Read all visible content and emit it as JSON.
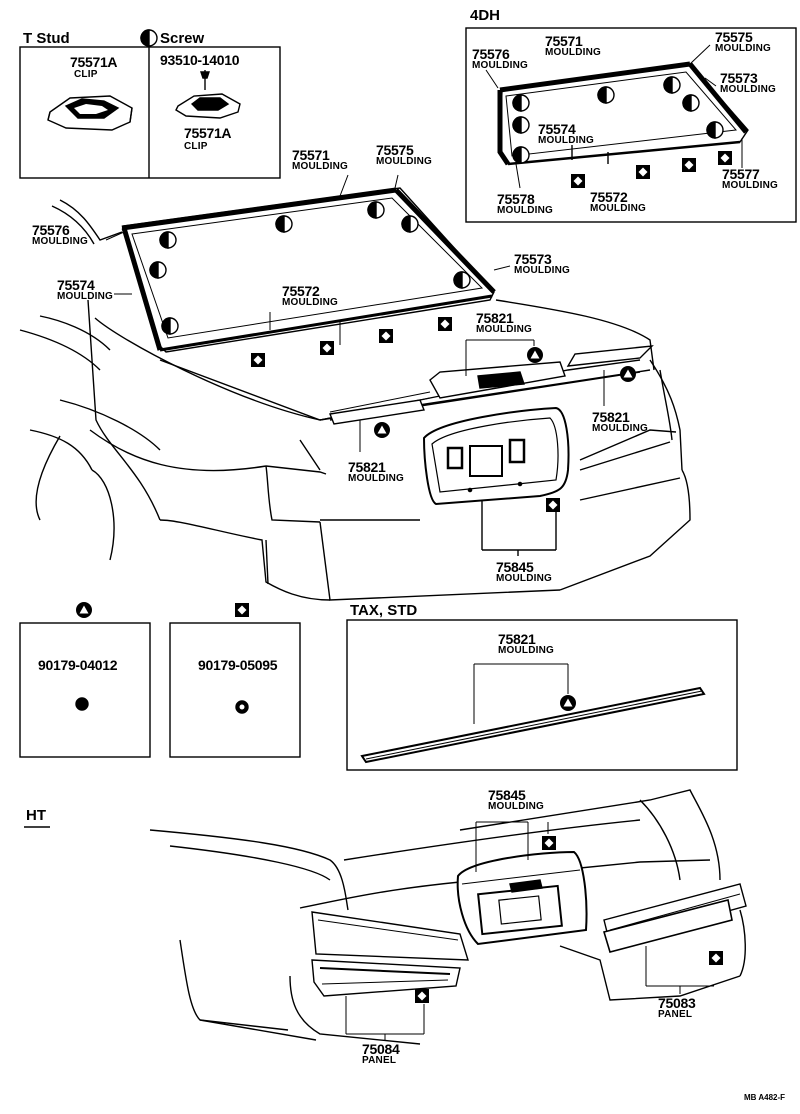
{
  "insets": {
    "t_stud": {
      "header": "T Stud",
      "part_no": "75571A",
      "part_name": "CLIP"
    },
    "screw": {
      "header": "Screw",
      "screw_no": "93510-14010",
      "part_no": "75571A",
      "part_name": "CLIP"
    },
    "four_door": {
      "header": "4DH",
      "labels": [
        {
          "key": "a",
          "num": "75571",
          "name": "MOULDING"
        },
        {
          "key": "b",
          "num": "75575",
          "name": "MOULDING"
        },
        {
          "key": "c",
          "num": "75576",
          "name": "MOULDING"
        },
        {
          "key": "d",
          "num": "75573",
          "name": "MOULDING"
        },
        {
          "key": "e",
          "num": "75574",
          "name": "MOULDING"
        },
        {
          "key": "f",
          "num": "75577",
          "name": "MOULDING"
        },
        {
          "key": "g",
          "num": "75578",
          "name": "MOULDING"
        },
        {
          "key": "h",
          "num": "75572",
          "name": "MOULDING"
        }
      ]
    },
    "triangle_fastener": {
      "part_no": "90179-04012"
    },
    "square_fastener": {
      "part_no": "90179-05095"
    },
    "tax_std": {
      "header": "TAX, STD",
      "part_no": "75821",
      "part_name": "MOULDING"
    }
  },
  "main": {
    "labels": [
      {
        "key": "m1",
        "num": "75571",
        "name": "MOULDING"
      },
      {
        "key": "m2",
        "num": "75575",
        "name": "MOULDING"
      },
      {
        "key": "m3",
        "num": "75576",
        "name": "MOULDING"
      },
      {
        "key": "m4",
        "num": "75574",
        "name": "MOULDING"
      },
      {
        "key": "m5",
        "num": "75573",
        "name": "MOULDING"
      },
      {
        "key": "m6",
        "num": "75572",
        "name": "MOULDING"
      },
      {
        "key": "m7",
        "num": "75821",
        "name": "MOULDING"
      },
      {
        "key": "m8",
        "num": "75821",
        "name": "MOULDING"
      },
      {
        "key": "m9",
        "num": "75821",
        "name": "MOULDING"
      },
      {
        "key": "m10",
        "num": "75845",
        "name": "MOULDING"
      }
    ]
  },
  "ht": {
    "header": "HT",
    "labels": [
      {
        "key": "h1",
        "num": "75845",
        "name": "MOULDING"
      },
      {
        "key": "h2",
        "num": "75083",
        "name": "PANEL"
      },
      {
        "key": "h3",
        "num": "75084",
        "name": "PANEL"
      }
    ]
  },
  "footer": {
    "code": "MB  A482-F"
  }
}
